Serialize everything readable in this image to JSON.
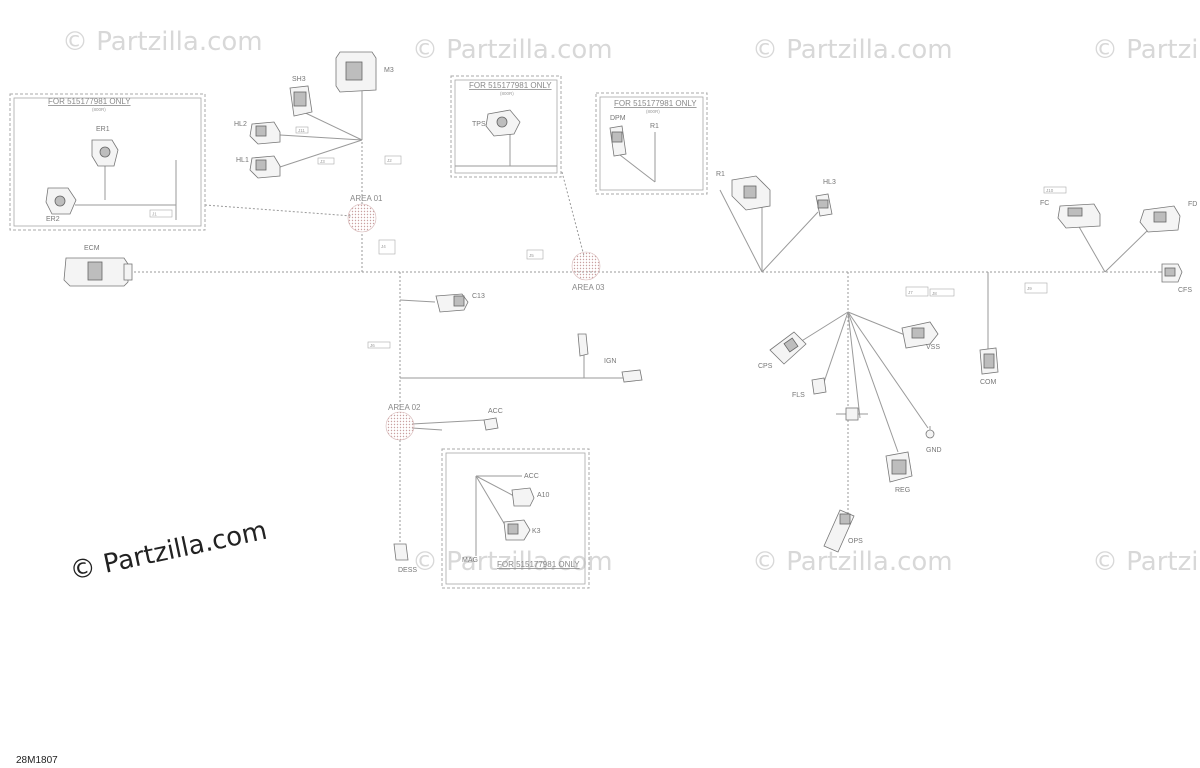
{
  "drawing_code": "28M1807",
  "watermark": {
    "faint": "© Partzilla.com",
    "main": "© Partzilla.com"
  },
  "boxes": {
    "box1": {
      "title": "FOR 515177981 ONLY",
      "sub": "(800R)"
    },
    "box2": {
      "title": "FOR 515177981 ONLY",
      "sub": "(800R)"
    },
    "box3": {
      "title": "FOR 515177981 ONLY",
      "sub": "(800R)"
    },
    "box4": {
      "title": "FOR 515177981 ONLY"
    }
  },
  "areas": [
    "AREA 01",
    "AREA 02",
    "AREA 03"
  ],
  "components": {
    "ER1": "ER1",
    "ER2": "ER2",
    "ECM": "ECM",
    "SH3": "SH3",
    "M3": "M3",
    "HL2": "HL2",
    "HL1": "HL1",
    "TPS": "TPS",
    "DPM": "DPM",
    "R1_box": "R1",
    "R1": "R1",
    "HL3": "HL3",
    "FC": "FC",
    "FD": "FD",
    "CFS": "CFS",
    "C13": "C13",
    "IGN": "IGN",
    "CPS": "CPS",
    "VSS": "VSS",
    "FLS": "FLS",
    "COM": "COM",
    "GND": "GND",
    "REG": "REG",
    "OPS": "OPS",
    "ACC": "ACC",
    "A10": "A10",
    "K3": "K3",
    "MAG": "MAG",
    "DESS": "DESS",
    "ACC_box": "ACC"
  },
  "tags": {
    "t1": "J1",
    "t2": "J2",
    "t3": "J3",
    "t4": "J4",
    "t5": "J5",
    "t6": "J6",
    "t7": "J7",
    "t8": "J8",
    "t9": "J9",
    "t10": "J10",
    "t11": "J11"
  }
}
